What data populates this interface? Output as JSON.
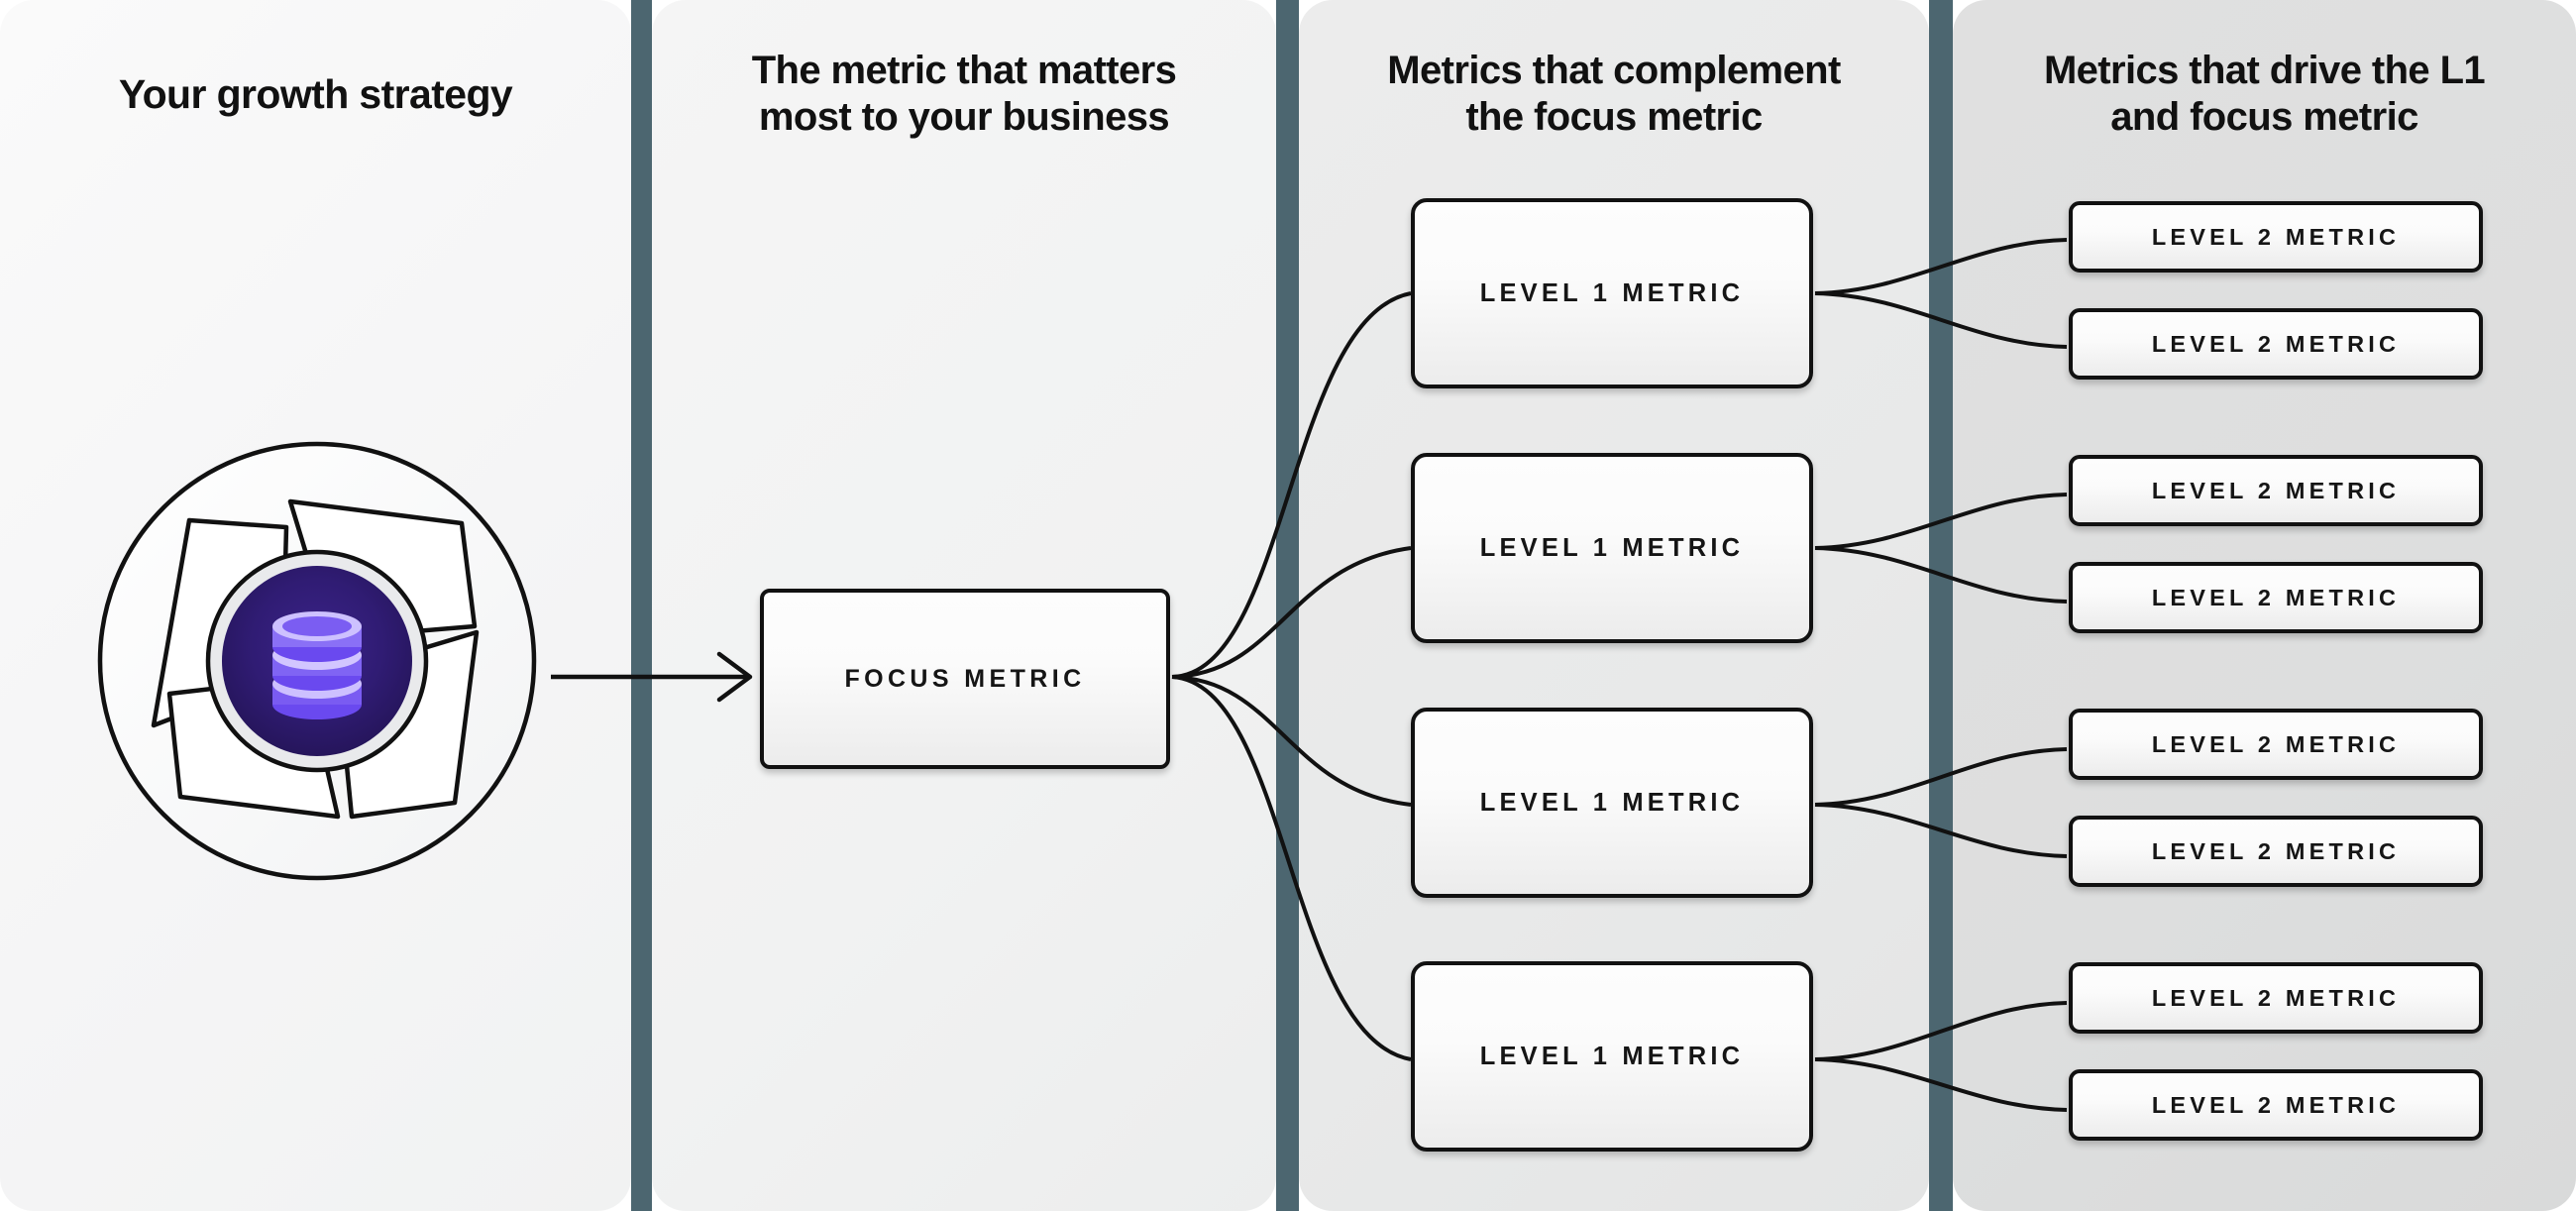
{
  "columns": [
    {
      "title": "Your growth strategy",
      "bg": "#f5f5f6",
      "id": "strategy"
    },
    {
      "title": "The metric that matters\nmost to your business",
      "bg": "#f1f2f2",
      "id": "focus"
    },
    {
      "title": "Metrics that complement\nthe focus metric",
      "bg": "#e8e9e9",
      "id": "level1"
    },
    {
      "title": "Metrics that drive the L1\nand focus metric",
      "bg": "#dddede",
      "id": "level2"
    }
  ],
  "divider_color": "#4c6670",
  "logo": {
    "icon_name": "database-stack-icon",
    "ring_name": "aperture-shutter-ring",
    "circle_color": "#2d1b6b",
    "database_color": "#7c5cf5",
    "database_highlight": "#b9a6ff",
    "ring_fill": "#ffffff",
    "outline_color": "#111111"
  },
  "focus_node": {
    "label": "FOCUS METRIC"
  },
  "level1_nodes": [
    {
      "label": "LEVEL 1 METRIC"
    },
    {
      "label": "LEVEL 1 METRIC"
    },
    {
      "label": "LEVEL 1 METRIC"
    },
    {
      "label": "LEVEL 1 METRIC"
    }
  ],
  "level2_nodes": [
    {
      "label": "LEVEL 2 METRIC"
    },
    {
      "label": "LEVEL 2 METRIC"
    },
    {
      "label": "LEVEL 2 METRIC"
    },
    {
      "label": "LEVEL 2 METRIC"
    },
    {
      "label": "LEVEL 2 METRIC"
    },
    {
      "label": "LEVEL 2 METRIC"
    },
    {
      "label": "LEVEL 2 METRIC"
    },
    {
      "label": "LEVEL 2 METRIC"
    }
  ],
  "chart_data": {
    "type": "diagram",
    "title": "Growth metric tree",
    "structure": "hierarchy",
    "root": {
      "label": "FOCUS METRIC",
      "column": "The metric that matters most to your business"
    },
    "children": [
      {
        "label": "LEVEL 1 METRIC",
        "children": [
          "LEVEL 2 METRIC",
          "LEVEL 2 METRIC"
        ]
      },
      {
        "label": "LEVEL 1 METRIC",
        "children": [
          "LEVEL 2 METRIC",
          "LEVEL 2 METRIC"
        ]
      },
      {
        "label": "LEVEL 1 METRIC",
        "children": [
          "LEVEL 2 METRIC",
          "LEVEL 2 METRIC"
        ]
      },
      {
        "label": "LEVEL 1 METRIC",
        "children": [
          "LEVEL 2 METRIC",
          "LEVEL 2 METRIC"
        ]
      }
    ],
    "source_node": {
      "label": "Your growth strategy",
      "icon": "database-stack-icon"
    },
    "edges_from_root": 4,
    "edges_per_level1": 2
  }
}
